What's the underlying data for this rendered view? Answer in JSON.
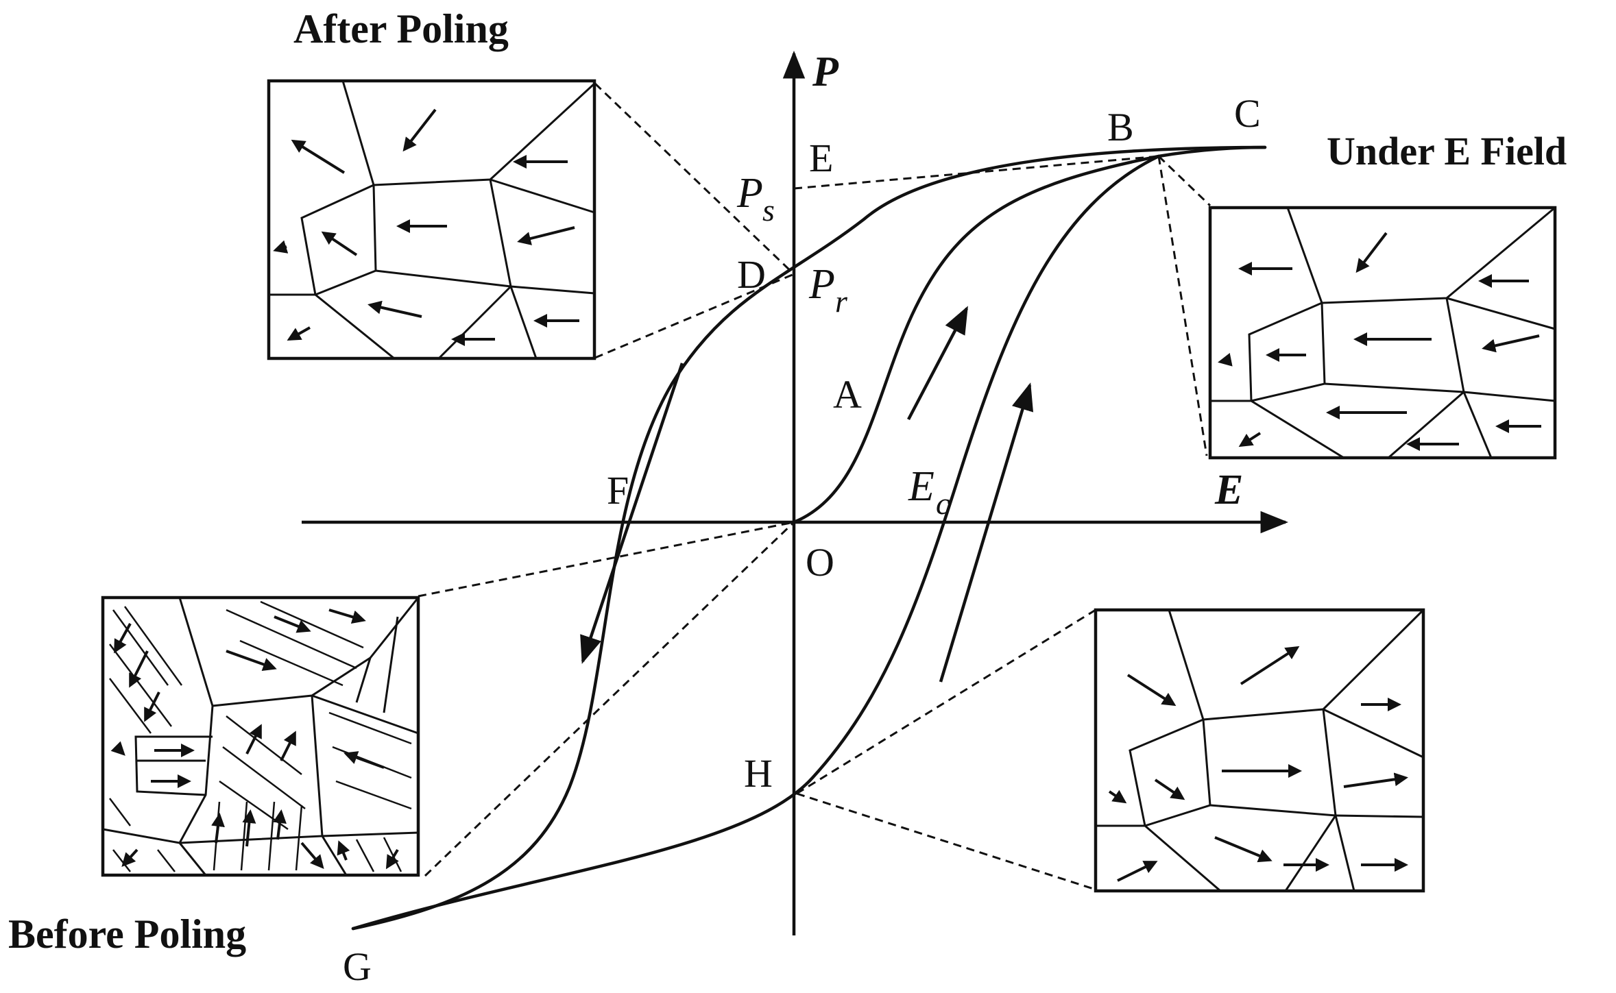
{
  "titles": {
    "after_poling": "After Poling",
    "under_field": "Under E Field",
    "before_poling": "Before Poling"
  },
  "axes": {
    "p_label": "P",
    "e_label": "E"
  },
  "points": {
    "A": "A",
    "B": "B",
    "C": "C",
    "D": "D",
    "E": "E",
    "F": "F",
    "G": "G",
    "H": "H",
    "O": "O"
  },
  "symbols": {
    "ps_main": "P",
    "ps_sub": "s",
    "pr_main": "P",
    "pr_sub": "r",
    "ec_main": "E",
    "ec_sub": "c"
  },
  "colors": {
    "ink": "#111111",
    "background": "#ffffff"
  }
}
